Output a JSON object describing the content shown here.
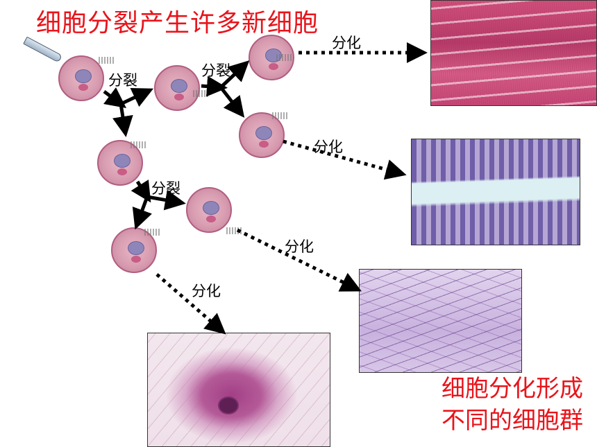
{
  "title": "细胞分裂产生许多新细胞",
  "caption": {
    "line1": "细胞分化形成",
    "line2": "不同的细胞群"
  },
  "labels": {
    "divide_1": "分裂",
    "divide_2": "分裂",
    "divide_3": "分裂",
    "differentiate_1": "分化",
    "differentiate_2": "分化",
    "differentiate_3": "分化",
    "differentiate_4": "分化"
  },
  "colors": {
    "title": "#e8141b",
    "arrow": "#000000"
  },
  "icons": {
    "pipette": "pipette-icon"
  }
}
